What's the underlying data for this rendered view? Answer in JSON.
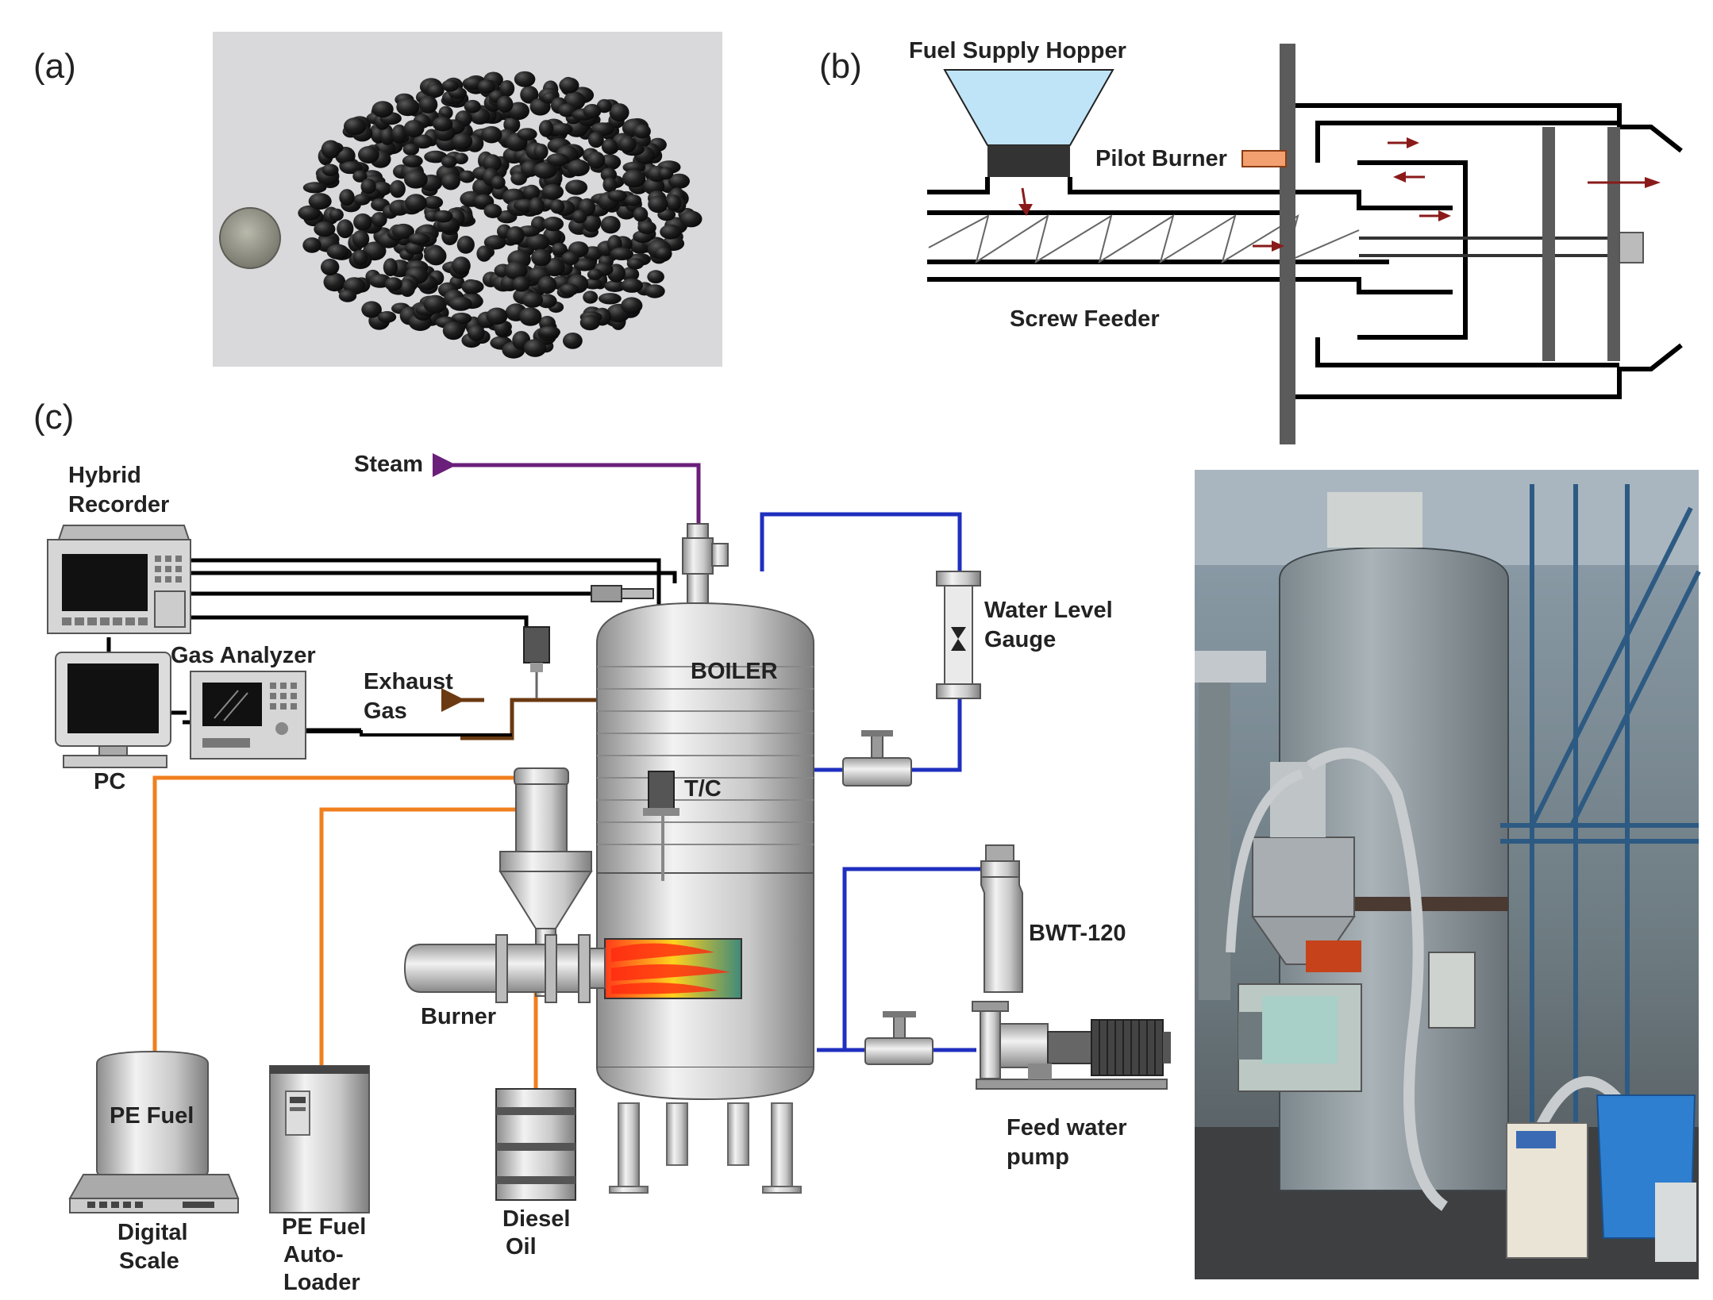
{
  "panels": {
    "a": "(a)",
    "b": "(b)",
    "c": "(c)"
  },
  "panel_b": {
    "hopper": "Fuel Supply Hopper",
    "pilot": "Pilot Burner",
    "screw": "Screw Feeder"
  },
  "panel_c": {
    "steam": "Steam",
    "recorder_1": "Hybrid",
    "recorder_2": "Recorder",
    "gas_analyzer": "Gas Analyzer",
    "exhaust_1": "Exhaust",
    "exhaust_2": "Gas",
    "pc": "PC",
    "boiler": "BOILER",
    "tc": "T/C",
    "level_1": "Water Level",
    "level_2": "Gauge",
    "bwt": "BWT-120",
    "burner": "Burner",
    "pe_fuel": "PE Fuel",
    "scale_1": "Digital",
    "scale_2": "Scale",
    "loader_1": "PE Fuel",
    "loader_2": "Auto-",
    "loader_3": "Loader",
    "diesel_1": "Diesel",
    "diesel_2": "Oil",
    "pump_1": "Feed water",
    "pump_2": "pump"
  },
  "colors": {
    "steam_line": "#6a1f7a",
    "water_line": "#1f2fbf",
    "fuel_line": "#f07f1e",
    "exhaust_line": "#6b3a12",
    "arrow": "#8a1a1a",
    "hopper_fill": "#bfe4f7",
    "pilot_fill": "#f3a070"
  }
}
